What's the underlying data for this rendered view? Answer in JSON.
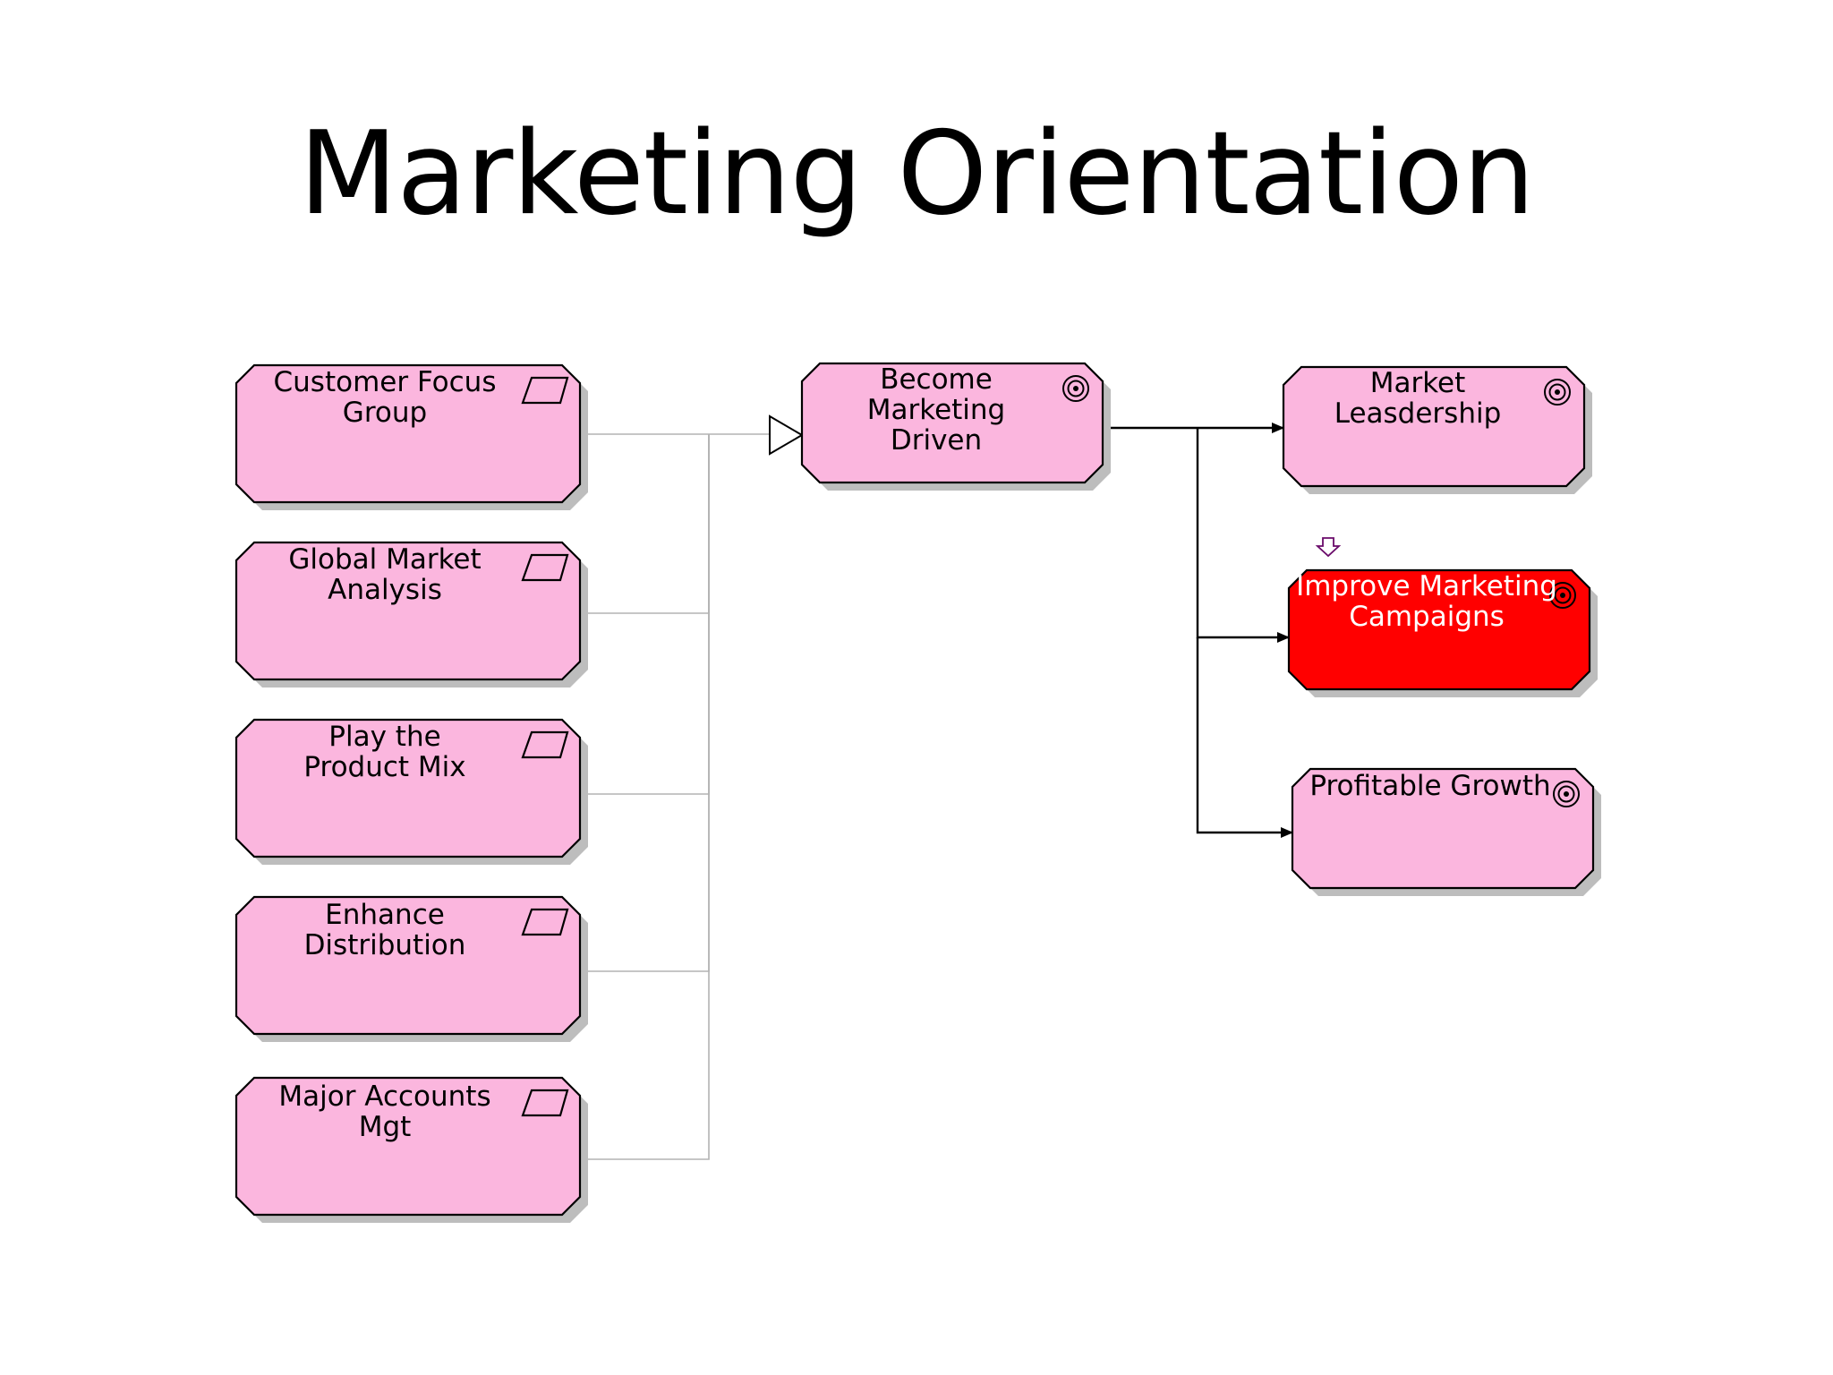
{
  "title": "Marketing Orientation",
  "colors": {
    "box_fill": "#fbb6de",
    "highlight_fill": "#ff0000",
    "shadow": "#bdbdbd",
    "connector_grey": "#b3b3b3",
    "connector_black": "#000000"
  },
  "nodes": {
    "customer_focus_group": {
      "label": "Customer Focus\nGroup",
      "icon": "process-parallelogram-icon"
    },
    "global_market_analysis": {
      "label": "Global Market\nAnalysis",
      "icon": "process-parallelogram-icon"
    },
    "play_product_mix": {
      "label": "Play the\nProduct Mix",
      "icon": "process-parallelogram-icon"
    },
    "enhance_distribution": {
      "label": "Enhance\nDistribution",
      "icon": "process-parallelogram-icon"
    },
    "major_accounts_mgt": {
      "label": "Major Accounts\nMgt",
      "icon": "process-parallelogram-icon"
    },
    "become_marketing_driven": {
      "label": "Become Marketing\nDriven",
      "icon": "goal-target-icon"
    },
    "market_leasdership": {
      "label": "Market\nLeasdership",
      "icon": "goal-target-icon"
    },
    "improve_marketing_campaigns": {
      "label": "Improve Marketing\nCampaigns",
      "icon": "goal-target-icon",
      "highlighted": true
    },
    "profitable_growth": {
      "label": "Profitable Growth",
      "icon": "goal-target-icon"
    }
  },
  "edges": [
    {
      "from": "customer_focus_group",
      "to": "become_marketing_driven",
      "type": "realization"
    },
    {
      "from": "global_market_analysis",
      "to": "become_marketing_driven",
      "type": "realization"
    },
    {
      "from": "play_product_mix",
      "to": "become_marketing_driven",
      "type": "realization"
    },
    {
      "from": "enhance_distribution",
      "to": "become_marketing_driven",
      "type": "realization"
    },
    {
      "from": "major_accounts_mgt",
      "to": "become_marketing_driven",
      "type": "realization"
    },
    {
      "from": "become_marketing_driven",
      "to": "market_leasdership",
      "type": "flow"
    },
    {
      "from": "become_marketing_driven",
      "to": "improve_marketing_campaigns",
      "type": "flow"
    },
    {
      "from": "become_marketing_driven",
      "to": "profitable_growth",
      "type": "flow"
    }
  ],
  "markers": [
    {
      "name": "selection-marker-icon",
      "target": "improve_marketing_campaigns"
    }
  ]
}
